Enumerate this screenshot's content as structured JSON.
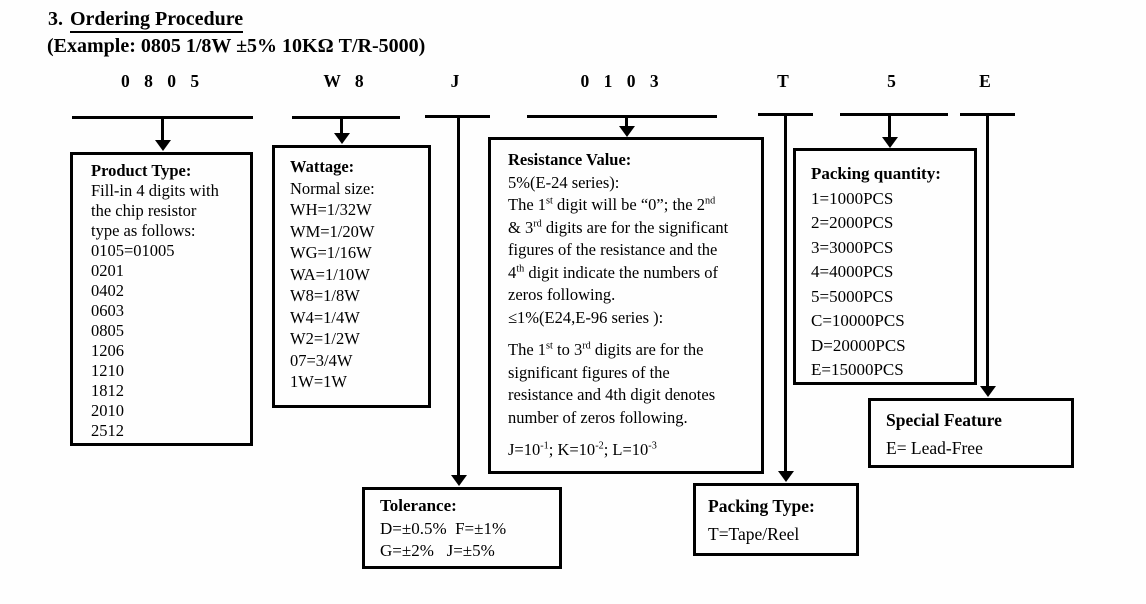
{
  "page": {
    "title_number": "3.",
    "title": "Ordering Procedure",
    "example": "(Example: 0805 1/8W ±5% 10KΩ T/R-5000)"
  },
  "colors": {
    "ink": "#000000",
    "paper": "#ffffff"
  },
  "code_row": [
    {
      "field": "product-type",
      "code": "0 8 0 5"
    },
    {
      "field": "wattage",
      "code": "W 8"
    },
    {
      "field": "tolerance",
      "code": "J"
    },
    {
      "field": "resistance-value",
      "code": "0 1 0 3"
    },
    {
      "field": "packing-type",
      "code": "T"
    },
    {
      "field": "packing-quantity",
      "code": "5"
    },
    {
      "field": "special-feature",
      "code": "E"
    }
  ],
  "boxes": {
    "product_type": {
      "title": "Product Type:",
      "lines": [
        "Fill-in 4 digits with",
        "the chip resistor",
        "type as follows:",
        "0105=01005",
        "0201",
        "0402",
        "0603",
        "0805",
        "1206",
        "1210",
        "1812",
        "2010",
        "2512"
      ]
    },
    "wattage": {
      "title": "Wattage:",
      "lines": [
        "Normal size:",
        "WH=1/32W",
        "WM=1/20W",
        "WG=1/16W",
        "WA=1/10W",
        "W8=1/8W",
        "W4=1/4W",
        "W2=1/2W",
        "07=3/4W",
        "1W=1W"
      ]
    },
    "tolerance": {
      "title": "Tolerance:",
      "lines": [
        "D=±0.5%  F=±1%",
        "G=±2%   J=±5%"
      ]
    },
    "resistance_value": {
      "title": "Resistance Value:",
      "rich_lines": [
        {
          "seg": [
            {
              "t": "5%(E-24 series):"
            }
          ]
        },
        {
          "seg": [
            {
              "t": "The 1"
            },
            {
              "t": "st",
              "sup": true
            },
            {
              "t": " digit will be “0”; the 2"
            },
            {
              "t": "nd",
              "sup": true
            }
          ]
        },
        {
          "seg": [
            {
              "t": "& 3"
            },
            {
              "t": "rd",
              "sup": true
            },
            {
              "t": " digits are for the significant"
            }
          ]
        },
        {
          "seg": [
            {
              "t": "figures of the resistance and the"
            }
          ]
        },
        {
          "seg": [
            {
              "t": "4"
            },
            {
              "t": "th",
              "sup": true
            },
            {
              "t": " digit indicate the numbers of"
            }
          ]
        },
        {
          "seg": [
            {
              "t": "zeros following."
            }
          ]
        },
        {
          "seg": [
            {
              "t": "≤1%(E24,E-96 series ):"
            }
          ]
        },
        {
          "gap": true,
          "seg": [
            {
              "t": "The 1"
            },
            {
              "t": "st",
              "sup": true
            },
            {
              "t": " to 3"
            },
            {
              "t": "rd",
              "sup": true
            },
            {
              "t": " digits are for the"
            }
          ]
        },
        {
          "seg": [
            {
              "t": "significant figures of the"
            }
          ]
        },
        {
          "seg": [
            {
              "t": "resistance and 4th digit denotes"
            }
          ]
        },
        {
          "seg": [
            {
              "t": "number of zeros following."
            }
          ]
        },
        {
          "gap": true,
          "seg": [
            {
              "t": "J=10"
            },
            {
              "t": "-1",
              "sup": true
            },
            {
              "t": "; K=10"
            },
            {
              "t": "-2",
              "sup": true
            },
            {
              "t": "; L=10"
            },
            {
              "t": "-3",
              "sup": true
            }
          ]
        }
      ]
    },
    "packing_type": {
      "title": "Packing Type:",
      "lines": [
        "T=Tape/Reel"
      ]
    },
    "packing_quantity": {
      "title": "Packing quantity:",
      "lines": [
        "1=1000PCS",
        "2=2000PCS",
        "3=3000PCS",
        "4=4000PCS",
        "5=5000PCS",
        "C=10000PCS",
        "D=20000PCS",
        "E=15000PCS"
      ]
    },
    "special_feature": {
      "title": "Special Feature",
      "lines": [
        "E= Lead-Free"
      ]
    }
  }
}
